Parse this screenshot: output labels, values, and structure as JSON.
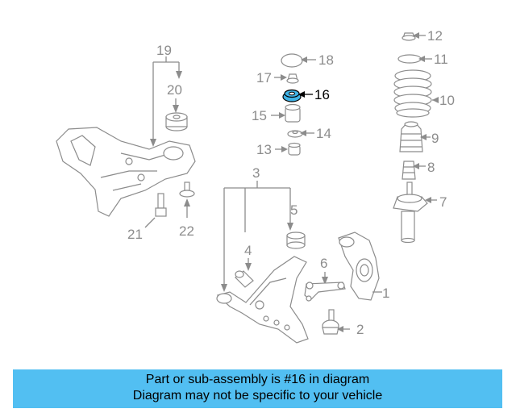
{
  "highlight_color": "#3fb3e6",
  "caption_bg": "#52bff2",
  "caption": {
    "line1": "Part or sub-assembly is #16 in diagram",
    "line2": "Diagram may not be specific to your vehicle"
  },
  "labels": {
    "p1": "1",
    "p2": "2",
    "p3": "3",
    "p4": "4",
    "p5": "5",
    "p6": "6",
    "p7": "7",
    "p8": "8",
    "p9": "9",
    "p10": "10",
    "p11": "11",
    "p12": "12",
    "p13": "13",
    "p14": "14",
    "p15": "15",
    "p16": "16",
    "p17": "17",
    "p18": "18",
    "p19": "19",
    "p20": "20",
    "p21": "21",
    "p22": "22"
  }
}
